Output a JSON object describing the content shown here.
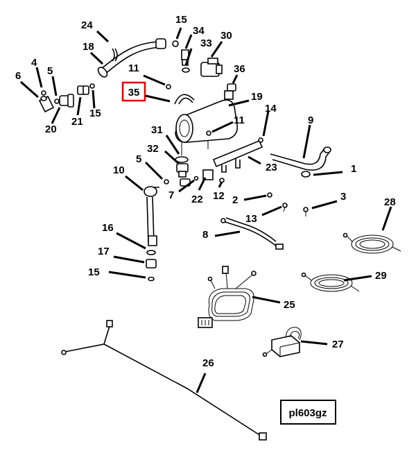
{
  "diagram": {
    "highlighted_label": "35",
    "highlight_color": "#e00000",
    "figure_id": "pl603gz",
    "callouts": {
      "c24": "24",
      "c18": "18",
      "c15a": "15",
      "c34": "34",
      "c30": "30",
      "c33": "33",
      "c4": "4",
      "c5a": "5",
      "c6": "6",
      "c20": "20",
      "c21": "21",
      "c15b": "15",
      "c11a": "11",
      "c36": "36",
      "c19": "19",
      "c14": "14",
      "c9": "9",
      "c11b": "11",
      "c31": "31",
      "c32": "32",
      "c23": "23",
      "c1": "1",
      "c10": "10",
      "c5b": "5",
      "c7": "7",
      "c22": "22",
      "c12": "12",
      "c2": "2",
      "c3": "3",
      "c28": "28",
      "c13": "13",
      "c8": "8",
      "c16": "16",
      "c17": "17",
      "c15c": "15",
      "c29": "29",
      "c25": "25",
      "c27": "27",
      "c26": "26"
    }
  }
}
